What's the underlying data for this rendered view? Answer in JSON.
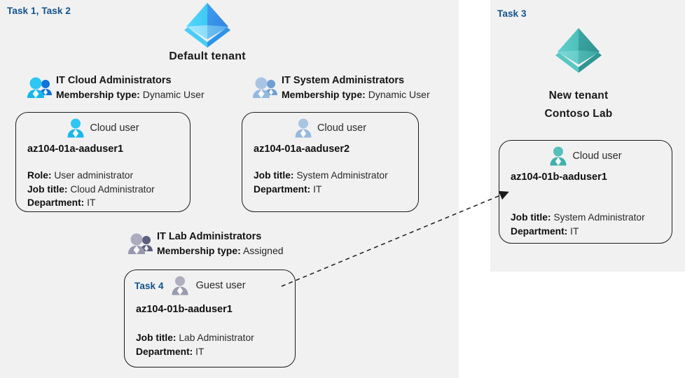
{
  "panels": {
    "left": {
      "task_label": "Task 1, Task 2"
    },
    "right": {
      "task_label": "Task 3"
    }
  },
  "tenants": [
    {
      "id": "default-tenant",
      "icon": "azure-ad-tenant-icon",
      "color": "#3ec7f4",
      "caption": "Default tenant"
    },
    {
      "id": "new-tenant",
      "icon": "azure-ad-tenant-icon",
      "color": "#4cc4bf",
      "caption_line1": "New  tenant",
      "caption_line2": "Contoso Lab"
    }
  ],
  "groups": [
    {
      "id": "it-cloud-administrators",
      "icon": "group-users-icon",
      "name": "IT Cloud Administrators",
      "membership_label": "Membership type:",
      "membership_value": "Dynamic User"
    },
    {
      "id": "it-system-administrators",
      "icon": "group-users-icon",
      "name": "IT System Administrators",
      "membership_label": "Membership type:",
      "membership_value": "Dynamic User"
    },
    {
      "id": "it-lab-administrators",
      "icon": "group-users-icon",
      "name": "IT Lab Administrators",
      "membership_label": "Membership type:",
      "membership_value": "Assigned"
    }
  ],
  "users": [
    {
      "id": "aaduser1-cloud",
      "kind": "Cloud user",
      "icon": "cloud-user-icon",
      "upn": "az104-01a-aaduser1",
      "attrs": [
        {
          "label": "Role:",
          "value": "User administrator"
        },
        {
          "label": "Job title:",
          "value": "Cloud Administrator"
        },
        {
          "label": "Department:",
          "value": "IT"
        }
      ]
    },
    {
      "id": "aaduser2-cloud",
      "kind": "Cloud user",
      "icon": "cloud-user-icon",
      "upn": "az104-01a-aaduser2",
      "attrs": [
        {
          "label": "Job title:",
          "value": "System Administrator"
        },
        {
          "label": "Department:",
          "value": "IT"
        }
      ]
    },
    {
      "id": "aaduser1b-guest",
      "task_label": "Task 4",
      "kind": "Guest user",
      "icon": "guest-user-icon",
      "upn": "az104-01b-aaduser1",
      "attrs": [
        {
          "label": "Job title:",
          "value": "Lab Administrator"
        },
        {
          "label": "Department:",
          "value": "IT"
        }
      ]
    },
    {
      "id": "aaduser1b-cloud",
      "kind": "Cloud user",
      "icon": "cloud-user-icon",
      "upn": "az104-01b-aaduser1",
      "attrs": [
        {
          "label": "Job title:",
          "value": "System Administrator"
        },
        {
          "label": "Department:",
          "value": "IT"
        }
      ]
    }
  ],
  "connector": {
    "id": "guest-invite-arrow",
    "style": "dashed-arrow",
    "from": "aaduser1b-guest",
    "to": "aaduser1b-cloud"
  },
  "colors": {
    "panel_background": "#f1f1f1",
    "task_label": "#11528c",
    "card_border": "#1b1b1b",
    "tenant_blue": "#3ec7f4",
    "tenant_teal": "#4cc4bf"
  }
}
